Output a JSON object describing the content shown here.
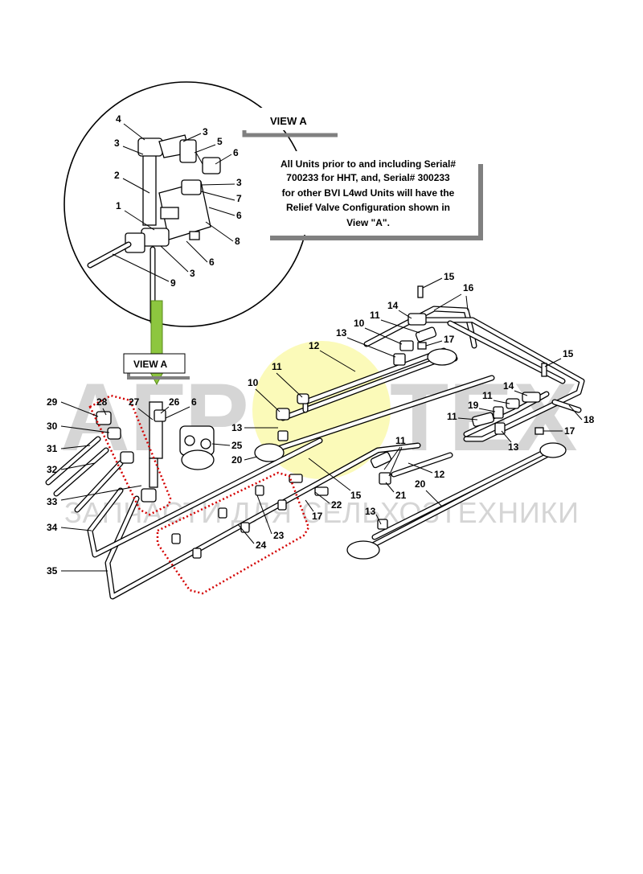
{
  "view_label_top": "VIEW  A",
  "view_label_arrow": "VIEW  A",
  "note_lines": [
    "All Units prior to and including Serial#",
    "700233 for HHT, and, Serial# 300233",
    "for other BVI L4wd Units will have the",
    "Relief Valve Configuration shown in",
    "View \"A\"."
  ],
  "watermark": {
    "logo_left": "АГР",
    "logo_right": "ТЕХ",
    "tagline": "ЗАПЧАСТИ ДЛЯ СЕЛЬХОЗТЕХНИКИ"
  },
  "colors": {
    "arrow": "#8dc63f",
    "callout_highlight": "#d40000",
    "watermark": "#b3b3b3",
    "watermark_gear": "#f2ef3a"
  },
  "callouts": {
    "c1": "1",
    "c2": "2",
    "c3a": "3",
    "c3b": "3",
    "c3c": "3",
    "c3d": "3",
    "c4": "4",
    "c5": "5",
    "c6a": "6",
    "c6b": "6",
    "c6c": "6",
    "c7": "7",
    "c8": "8",
    "c9": "9",
    "c10a": "10",
    "c10b": "10",
    "c11a": "11",
    "c11b": "11",
    "c11c": "11",
    "c11d": "11",
    "c11e": "11",
    "c12a": "12",
    "c12b": "12",
    "c13a": "13",
    "c13b": "13",
    "c13c": "13",
    "c13d": "13",
    "c14a": "14",
    "c14b": "14",
    "c15a": "15",
    "c15b": "15",
    "c15c": "15",
    "c16": "16",
    "c17a": "17",
    "c17b": "17",
    "c17c": "17",
    "c18": "18",
    "c19": "19",
    "c20a": "20",
    "c20b": "20",
    "c21": "21",
    "c22": "22",
    "c23": "23",
    "c24": "24",
    "c25": "25",
    "c26": "26",
    "c27": "27",
    "c28": "28",
    "c29": "29",
    "c30": "30",
    "c31": "31",
    "c32": "32",
    "c33": "33",
    "c34": "34",
    "c35": "35"
  }
}
